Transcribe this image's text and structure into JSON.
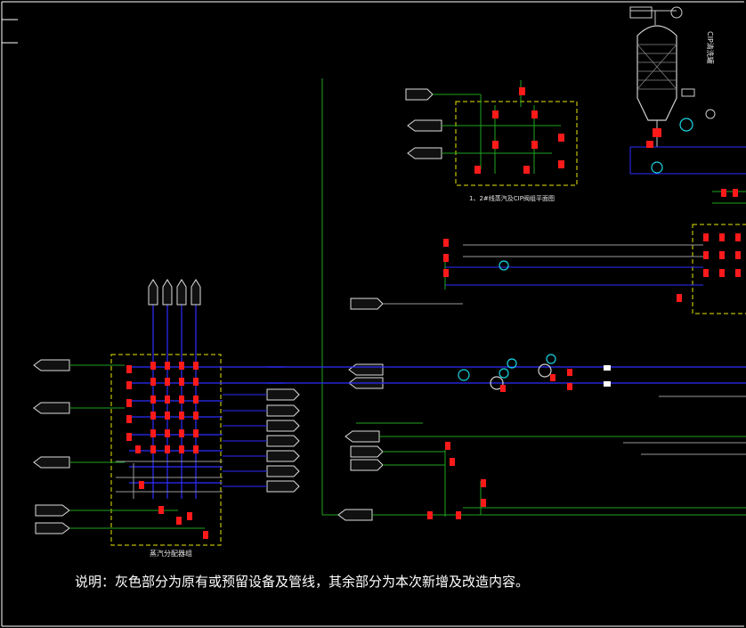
{
  "drawing": {
    "note": "说明：灰色部分为原有或预留设备及管线，其余部分为本次新增及改造内容。",
    "colors": {
      "background": "#000000",
      "frame": "#ffffff",
      "pipe_blue": "#2d2dff",
      "pipe_green": "#1fa31f",
      "pipe_gray": "#9a9a9a",
      "valve_red": "#ff1a1a",
      "equip_cyan": "#18d6e6",
      "boundary_yellow": "#e8e800"
    },
    "box_captions": {
      "left_group": "蒸汽分配器组",
      "top_group": "1、2#线蒸汽及CIP阀组平面图"
    },
    "tower_label": "CIP清洗罐"
  }
}
